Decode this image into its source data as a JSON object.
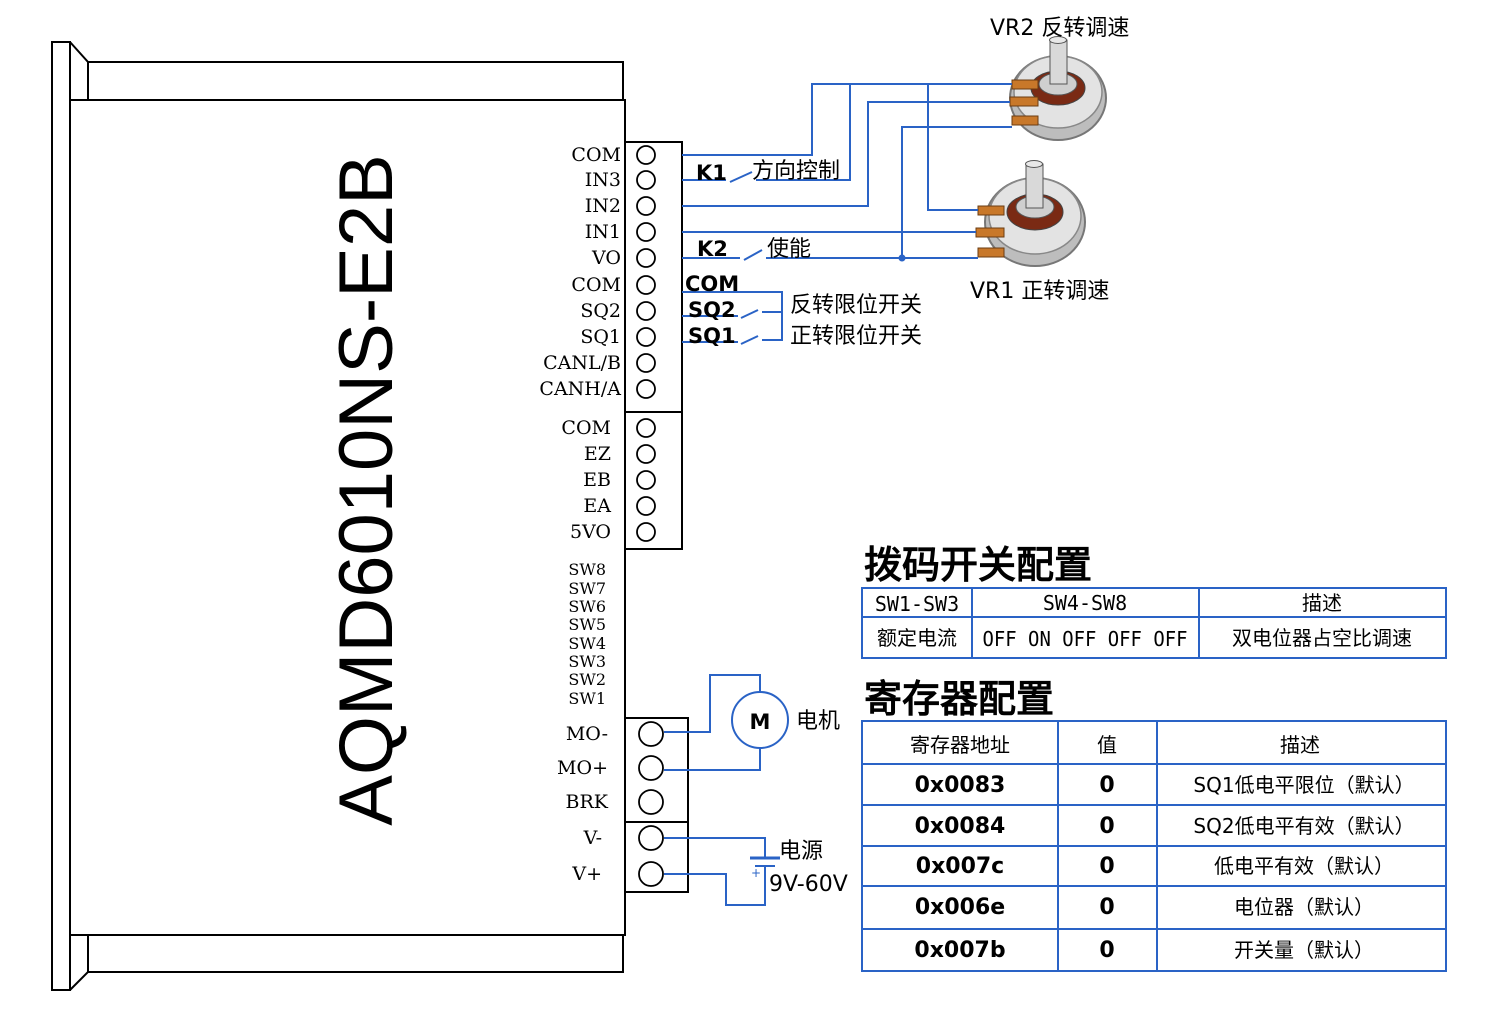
{
  "model_name": "AQMD6010NS-E2B",
  "terminal_block_1": [
    "COM",
    "IN3",
    "IN2",
    "IN1",
    "VO",
    "COM",
    "SQ2",
    "SQ1",
    "CANL/B",
    "CANH/A"
  ],
  "terminal_block_2": [
    "COM",
    "EZ",
    "EB",
    "EA",
    "5VO"
  ],
  "dip_switches": [
    "SW8",
    "SW7",
    "SW6",
    "SW5",
    "SW4",
    "SW3",
    "SW2",
    "SW1"
  ],
  "motor_terminals": [
    "MO-",
    "MO+",
    "BRK"
  ],
  "power_terminals": [
    "V-",
    "V+"
  ],
  "wiring": {
    "k1_label": "K1",
    "k1_desc": "方向控制",
    "k2_label": "K2",
    "k2_desc": "使能",
    "com_label": "COM",
    "sq2_label": "SQ2",
    "sq2_desc": "反转限位开关",
    "sq1_label": "SQ1",
    "sq1_desc": "正转限位开关",
    "vr2_label": "VR2  反转调速",
    "vr1_label": "VR1  正转调速",
    "motor_symbol": "M",
    "motor_desc": "电机",
    "power_desc": "电源",
    "power_range": "9V-60V",
    "plus_sign": "+"
  },
  "dip_table": {
    "title": "拨码开关配置",
    "headers": [
      "SW1-SW3",
      "SW4-SW8",
      "描述"
    ],
    "row": [
      "额定电流",
      "OFF  ON  OFF  OFF  OFF",
      "双电位器占空比调速"
    ]
  },
  "register_table": {
    "title": "寄存器配置",
    "headers": [
      "寄存器地址",
      "值",
      "描述"
    ],
    "rows": [
      [
        "0x0083",
        "0",
        "SQ1低电平限位（默认）"
      ],
      [
        "0x0084",
        "0",
        "SQ2低电平有效（默认）"
      ],
      [
        "0x007c",
        "0",
        "低电平有效（默认）"
      ],
      [
        "0x006e",
        "0",
        "电位器（默认）"
      ],
      [
        "0x007b",
        "0",
        "开关量（默认）"
      ]
    ]
  },
  "colors": {
    "wire": "#2a63c6",
    "outline": "#000000",
    "pot_body": "#d9d9d9",
    "pot_terminal": "#c8782a"
  }
}
